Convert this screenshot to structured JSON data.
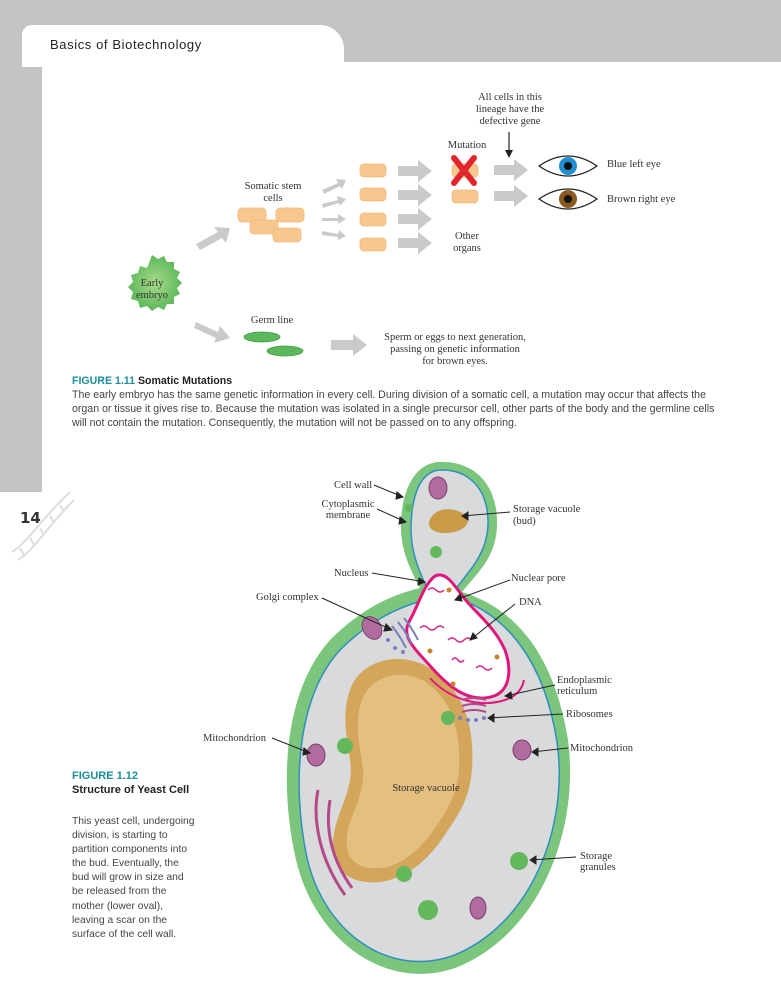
{
  "header": {
    "title": "Basics of Biotechnology"
  },
  "page_number": "14",
  "figure_1_11": {
    "labels": {
      "lineage_note": [
        "All cells in this",
        "lineage have the",
        "defective gene"
      ],
      "mutation": "Mutation",
      "somatic_stem_cells": [
        "Somatic stem",
        "cells"
      ],
      "blue_left_eye": "Blue left eye",
      "brown_right_eye": "Brown right eye",
      "other_organs": [
        "Other",
        "organs"
      ],
      "early_embryo": [
        "Early",
        "embryo"
      ],
      "germ_line": "Germ line",
      "germ_note": [
        "Sperm or eggs to next generation,",
        "passing on genetic information",
        "for brown eyes."
      ]
    },
    "caption_label": "FIGURE 1.11",
    "caption_title": "Somatic Mutations",
    "caption_text": "The early embryo has the same genetic information in every cell. During division of a somatic cell, a mutation may occur that affects the organ or tissue it gives rise to. Because the mutation was isolated in a single precursor cell, other parts of the body and the germline cells will not contain the mutation. Consequently, the mutation will not be passed on to any offspring."
  },
  "figure_1_12": {
    "labels": {
      "cell_wall": "Cell wall",
      "cytoplasmic_membrane": [
        "Cytoplasmic",
        "membrane"
      ],
      "storage_vacuole_bud": [
        "Storage vacuole",
        "(bud)"
      ],
      "nucleus": "Nucleus",
      "nuclear_pore": "Nuclear pore",
      "golgi_complex": "Golgi complex",
      "dna": "DNA",
      "endoplasmic_reticulum": [
        "Endoplasmic",
        "reticulum"
      ],
      "ribosomes": "Ribosomes",
      "mitochondrion_left": "Mitochondrion",
      "mitochondrion_right": "Mitochondrion",
      "storage_vacuole": "Storage vacuole",
      "storage_granules": [
        "Storage",
        "granules"
      ]
    },
    "caption_label": "FIGURE 1.12",
    "caption_title": "Structure of Yeast Cell",
    "caption_text": "This yeast cell, undergoing division, is starting to partition components into the bud. Eventually, the bud will grow in size and be released from the mother (lower oval), leaving a scar on the surface of the cell wall."
  },
  "colors": {
    "accent_teal": "#1a8e9a",
    "cell_wall_green": "#7cc57c",
    "nucleus_magenta": "#e0177a",
    "storage_tan": "#d8a85a",
    "page_gray": "#c3c4c6"
  }
}
